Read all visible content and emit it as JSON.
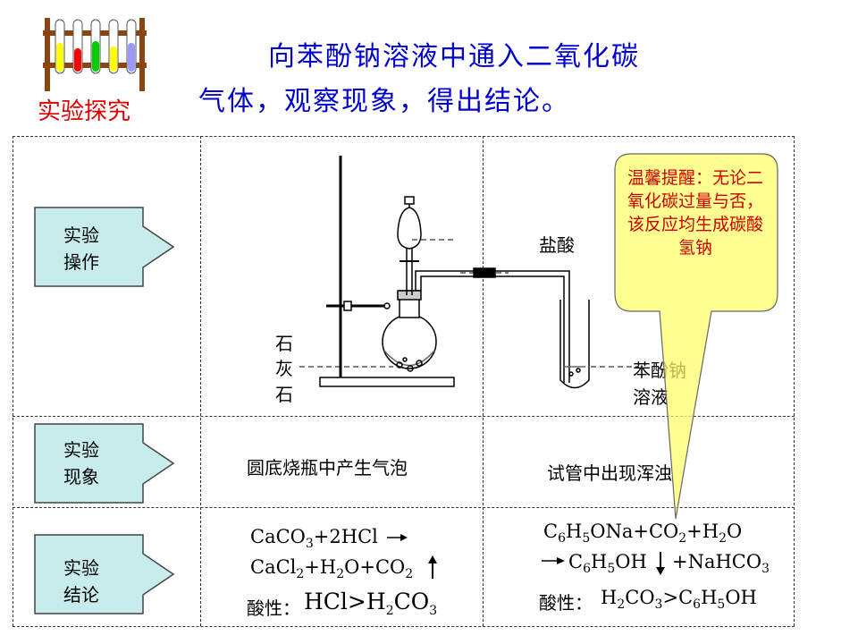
{
  "header": {
    "title_line1": "向苯酚钠溶液中通入二氧化碳",
    "title_line2": "气体，观察现象，得出结论。",
    "badge": "实验探究"
  },
  "rows": [
    {
      "label_line1": "实验",
      "label_line2": "操作"
    },
    {
      "label_line1": "实验",
      "label_line2": "现象"
    },
    {
      "label_line1": "实验",
      "label_line2": "结论"
    }
  ],
  "apparatus": {
    "acid_label": "盐酸",
    "stone_chars": [
      "石",
      "灰",
      "石"
    ],
    "solution_line1": "苯酚钠",
    "solution_line2": "溶液"
  },
  "tip": "温馨提醒：无论二氧化碳过量与否，该反应均生成碳酸氢钠",
  "phenomena": {
    "left": "圆底烧瓶中产生气泡",
    "right": "试管中出现浑浊"
  },
  "conclusion_left": {
    "eq1_prefix": "CaCO",
    "eq1_sub": "3",
    "eq1_suffix": "+2HCl",
    "eq2_a": "CaCl",
    "eq2_a_sub": "2",
    "eq2_b": "+H",
    "eq2_b_sub": "2",
    "eq2_c": "O+CO",
    "eq2_c_sub": "2",
    "acidity_label": "酸性：",
    "acidity_a": "HCl>H",
    "acidity_sub1": "2",
    "acidity_b": "CO",
    "acidity_sub2": "3"
  },
  "conclusion_right": {
    "eq1": "C6H5ONa+CO2+H2O",
    "eq2_left": "C6H5OH",
    "eq2_right": "+NaHCO3",
    "acidity_label": "酸性：",
    "acidity": "H2CO3>C6H5OH"
  },
  "colors": {
    "title": "#0000cc",
    "badge": "#dd0000",
    "label_box": "#c8ecec",
    "tip_fill": "#ffff66",
    "tip_text": "#cc0000"
  }
}
